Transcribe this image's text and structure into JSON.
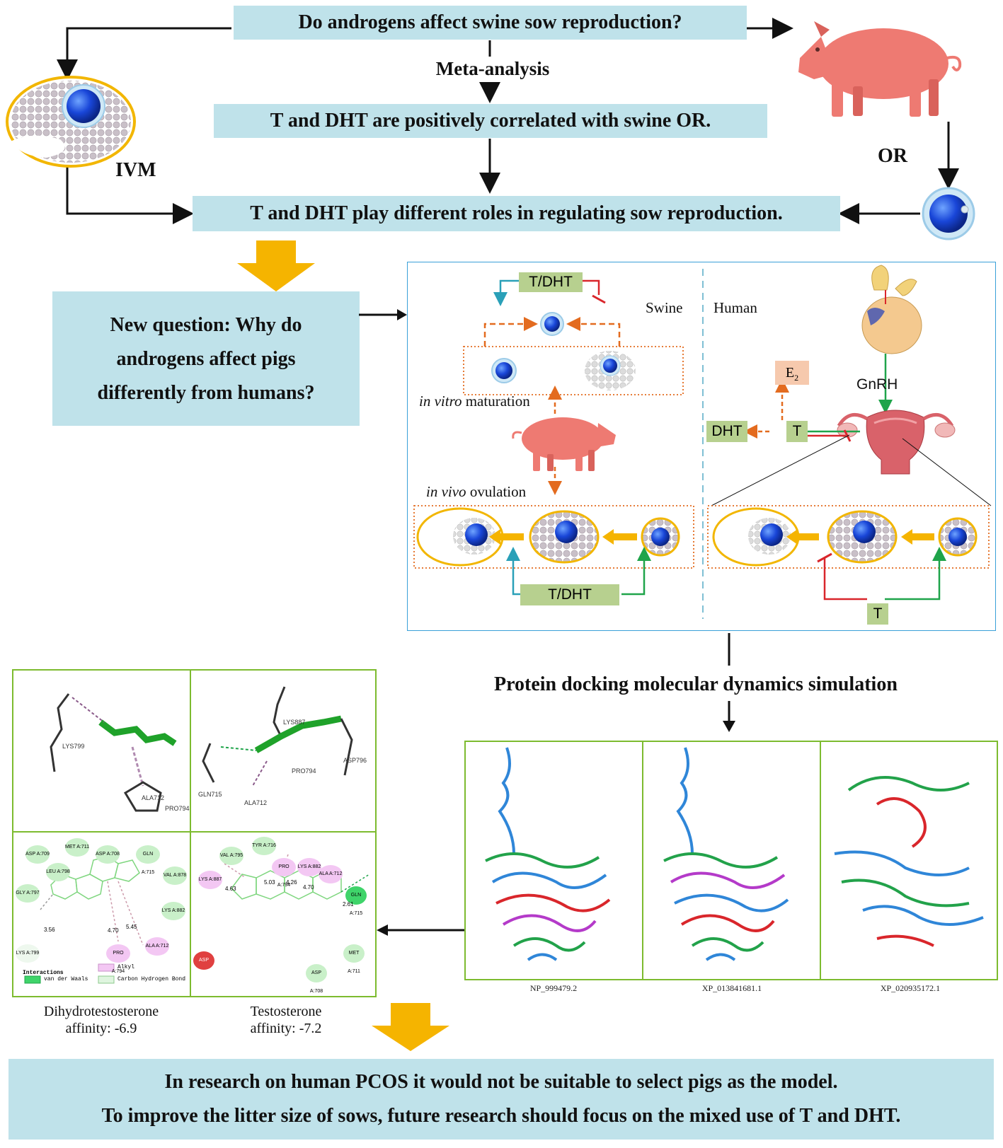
{
  "top": {
    "question": "Do androgens affect swine sow reproduction?",
    "meta_label": "Meta-analysis",
    "finding": "T and DHT are positively correlated with swine OR.",
    "roles": "T and DHT play different roles in regulating sow reproduction.",
    "ivm_label": "IVM",
    "or_label": "OR"
  },
  "new_question": {
    "line1": "New question: Why do",
    "line2": "androgens affect pigs",
    "line3": "differently from humans?"
  },
  "comparison": {
    "swine_label": "Swine",
    "human_label": "Human",
    "tdht_top": "T/DHT",
    "in_vitro_em": "in vitro",
    "in_vitro_rest": " maturation",
    "in_vivo_em": "in vivo",
    "in_vivo_rest": " ovulation",
    "tdht_bottom": "T/DHT",
    "e2": "E",
    "e2_sub": "2",
    "gnrh": "GnRH",
    "dht": "DHT",
    "t_mid": "T",
    "t_bottom": "T"
  },
  "docking": {
    "title": "Protein docking molecular dynamics simulation",
    "proteins": [
      "NP_999479.2",
      "XP_013841681.1",
      "XP_020935172.1"
    ]
  },
  "ligands": [
    {
      "name": "Dihydrotestosterone",
      "affinity": "affinity: -6.9"
    },
    {
      "name": "Testosterone",
      "affinity": "affinity: -7.2"
    }
  ],
  "residues": {
    "dht_3d": [
      "LYS799",
      "ALA712",
      "PRO794"
    ],
    "t_3d": [
      "LYS887",
      "ASP796",
      "PRO794",
      "GLN715",
      "ALA712"
    ],
    "dht_2d": [
      "ASP A:709",
      "MET A:711",
      "ASP A:708",
      "GLN A:715",
      "LEU A:798",
      "VAL A:878",
      "GLY A:797",
      "LYS A:882",
      "LYS A:799",
      "PRO A:794",
      "ALA A:712"
    ],
    "dht_2d_dist": [
      "3.56",
      "4.70",
      "5.45"
    ],
    "t_2d": [
      "TYR A:716",
      "VAL A:795",
      "PRO A:794",
      "LYS A:882",
      "ALA A:712",
      "LYS A:887",
      "GLN A:715",
      "ASP A:796",
      "MET A:711",
      "ASP A:708"
    ],
    "t_2d_dist": [
      "4.63",
      "5.03",
      "4.26",
      "4.70",
      "2.61"
    ]
  },
  "legend": {
    "title": "Interactions",
    "items": [
      "van der Waals",
      "Alkyl",
      "Carbon Hydrogen Bond"
    ]
  },
  "conclusion": {
    "line1": "In research on human PCOS it would not be suitable to select pigs as the model.",
    "line2": "To improve the litter size of sows, future research should focus on the mixed use of T and DHT."
  },
  "colors": {
    "box_fill": "#bfe2ea",
    "green_label": "#b7d08f",
    "e2_fill": "#f6c9ad",
    "arrow_orange": "#f5b400",
    "frame_blue": "#3aa0d8",
    "panel_green": "#7dbb2f",
    "pig": "#ee7a72",
    "oocyte_blue": "#1946d8",
    "red_inhibit": "#d9262b",
    "green_promote": "#1fa44a",
    "teal_arrow": "#2aa0b8",
    "dashed_orange": "#e36b1f"
  }
}
